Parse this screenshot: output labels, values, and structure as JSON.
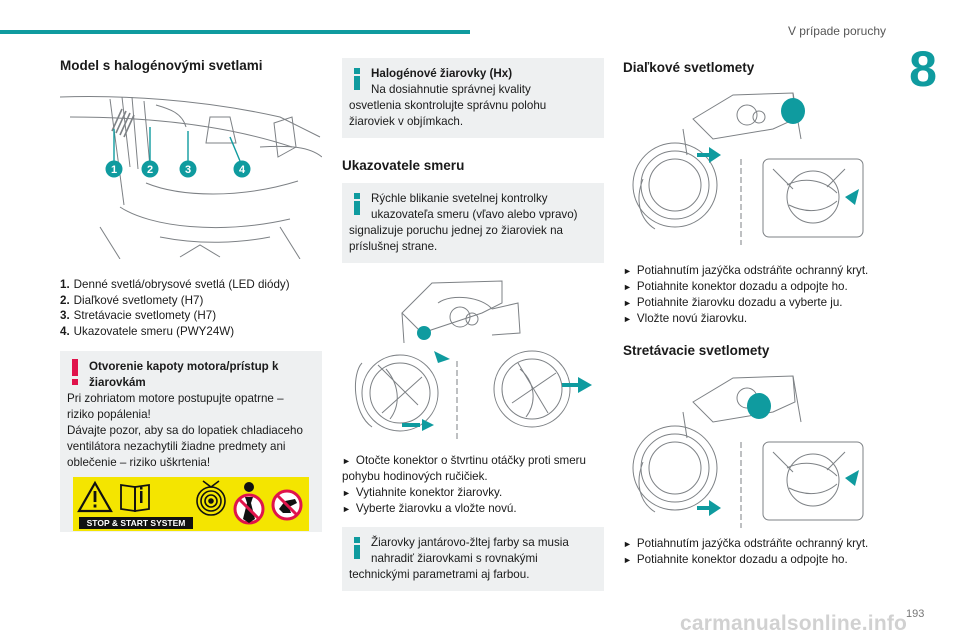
{
  "header": {
    "title": "V prípade poruchy",
    "chapter": "8"
  },
  "col1": {
    "heading": "Model s halogénovými svetlami",
    "callouts": [
      "1",
      "2",
      "3",
      "4"
    ],
    "items": [
      {
        "n": "1.",
        "text": "Denné svetlá/obrysové svetlá (LED diódy)"
      },
      {
        "n": "2.",
        "text": "Diaľkové svetlomety (H7)"
      },
      {
        "n": "3.",
        "text": "Stretávacie svetlomety (H7)"
      },
      {
        "n": "4.",
        "text": "Ukazovatele smeru (PWY24W)"
      }
    ],
    "warning": {
      "title1": "Otvorenie kapoty motora/prístup k",
      "title2": "žiarovkám",
      "line1": "Pri zohriatom motore postupujte opatrne –",
      "line2": "riziko popálenia!",
      "line3": "Dávajte pozor, aby sa do lopatiek chladiaceho",
      "line4": "ventilátora nezachytili žiadne predmety ani",
      "line5": "oblečenie – riziko uškrtenia!",
      "sticker_label": "STOP & START SYSTEM"
    }
  },
  "col2": {
    "info1": {
      "title": "Halogénové žiarovky (Hx)",
      "line1": "Na dosiahnutie správnej kvality",
      "line2": "osvetlenia skontrolujte správnu polohu",
      "line3": "žiaroviek v objímkach."
    },
    "heading": "Ukazovatele smeru",
    "info2": {
      "line1": "Rýchle blikanie svetelnej kontrolky",
      "line2": "ukazovateľa smeru (vľavo alebo vpravo)",
      "line3": "signalizuje poruchu jednej zo žiaroviek na",
      "line4": "príslušnej strane."
    },
    "steps": [
      "Otočte konektor o štvrtinu otáčky proti smeru",
      "pohybu hodinových ručičiek.",
      "Vytiahnite konektor žiarovky.",
      "Vyberte žiarovku a vložte novú."
    ],
    "info3": {
      "line1": "Žiarovky jantárovo-žltej farby sa musia",
      "line2": "nahradiť žiarovkami s rovnakými",
      "line3": "technickými parametrami aj farbou."
    }
  },
  "col3": {
    "heading1": "Diaľkové svetlomety",
    "steps1": [
      "Potiahnutím jazýčka odstráňte ochranný kryt.",
      "Potiahnite konektor dozadu a odpojte ho.",
      "Potiahnite žiarovku dozadu a vyberte ju.",
      "Vložte novú žiarovku."
    ],
    "heading2": "Stretávacie svetlomety",
    "steps2": [
      "Potiahnutím jazýčka odstráňte ochranný kryt.",
      "Potiahnite konektor dozadu a odpojte ho."
    ]
  },
  "footer": {
    "page": "193",
    "watermark": "carmanualsonline.info"
  },
  "colors": {
    "accent": "#0f9b9f",
    "warning": "#e0134b",
    "box_bg": "#eef0f1",
    "sticker": "#f4e500"
  },
  "icons": [
    "arrow-right-icon",
    "info-icon",
    "warning-icon",
    "hazard-triangle-icon",
    "manual-book-icon",
    "fan-icon",
    "no-tie-icon",
    "no-hand-icon"
  ]
}
